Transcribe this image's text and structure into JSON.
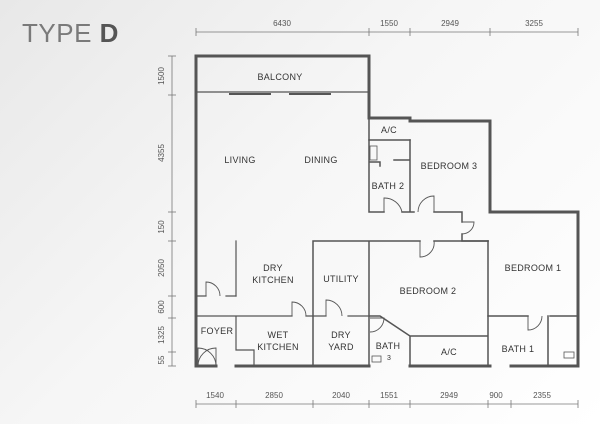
{
  "title": {
    "prefix": "TYPE",
    "letter": "D"
  },
  "dims": {
    "top": [
      "6430",
      "1550",
      "2949",
      "3255"
    ],
    "bottom": [
      "1540",
      "2850",
      "2040",
      "1551",
      "2949",
      "900",
      "2355"
    ],
    "left": [
      "1500",
      "4355",
      "150",
      "2050",
      "600",
      "1325",
      "55"
    ]
  },
  "rooms": {
    "balcony": "BALCONY",
    "living": "LIVING",
    "dining": "DINING",
    "ac_top": "A/C",
    "bedroom3": "BEDROOM 3",
    "bath2": "BATH 2",
    "bedroom1": "BEDROOM 1",
    "dry_kitchen": [
      "DRY",
      "KITCHEN"
    ],
    "utility": "UTILITY",
    "bedroom2": "BEDROOM 2",
    "foyer": "FOYER",
    "wet_kitchen": [
      "WET",
      "KITCHEN"
    ],
    "dry_yard": [
      "DRY",
      "YARD"
    ],
    "bath3": "BATH",
    "bath3_num": "3",
    "ac_bottom": "A/C",
    "bath1": "BATH 1"
  },
  "colors": {
    "wall": "#555555",
    "dim": "#777777"
  }
}
